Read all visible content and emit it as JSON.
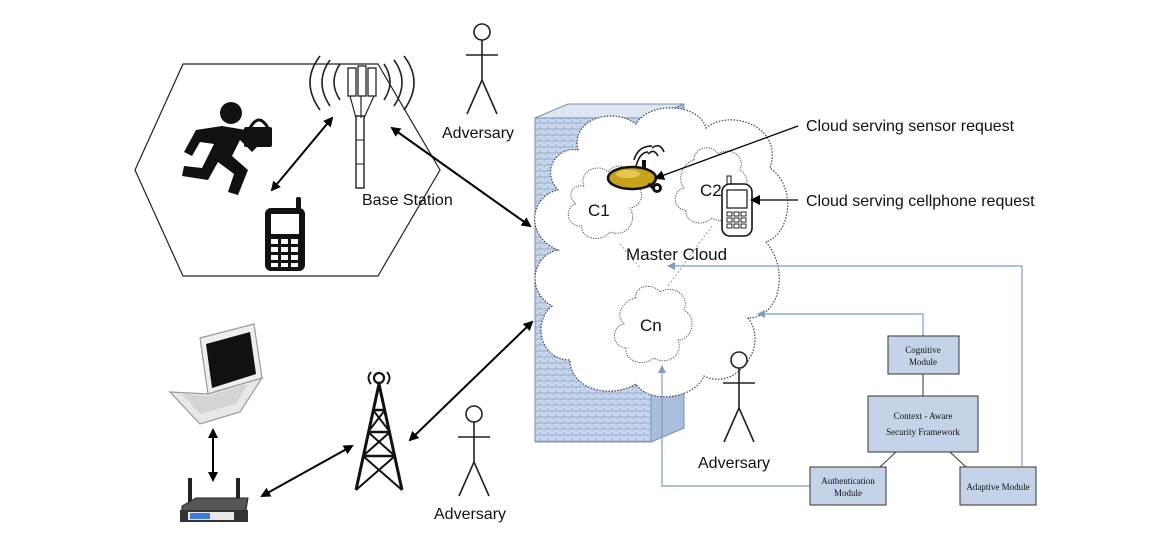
{
  "labels": {
    "base_station": "Base Station",
    "master_cloud": "Master Cloud",
    "c1": "C1",
    "c2": "C2",
    "cn": "Cn",
    "adversary_top": "Adversary",
    "adversary_right": "Adversary",
    "adversary_bottom": "Adversary",
    "sensor_request": "Cloud serving sensor request",
    "cellphone_request": "Cloud serving cellphone request"
  },
  "framework": {
    "cognitive_line1": "Cognitive",
    "cognitive_line2": "Module",
    "context_line1": "Context - Aware",
    "context_line2": "Security Framework",
    "auth_line1": "Authentication",
    "auth_line2": "Module",
    "adaptive": "Adaptive Module"
  },
  "icons": [
    "runner-icon",
    "bag-icon",
    "cellphone-icon",
    "cell-tower-icon",
    "laptop-icon",
    "router-icon",
    "radio-tower-icon",
    "sensor-camera-icon",
    "stick-figure-icon",
    "firewall-icon",
    "cloud-icon"
  ],
  "colors": {
    "firewall_fill": "#c6d4ea",
    "module_fill": "#c5d3e8",
    "feedback_line": "#7d9dc7",
    "sensor_yellow": "#c8a21c"
  }
}
